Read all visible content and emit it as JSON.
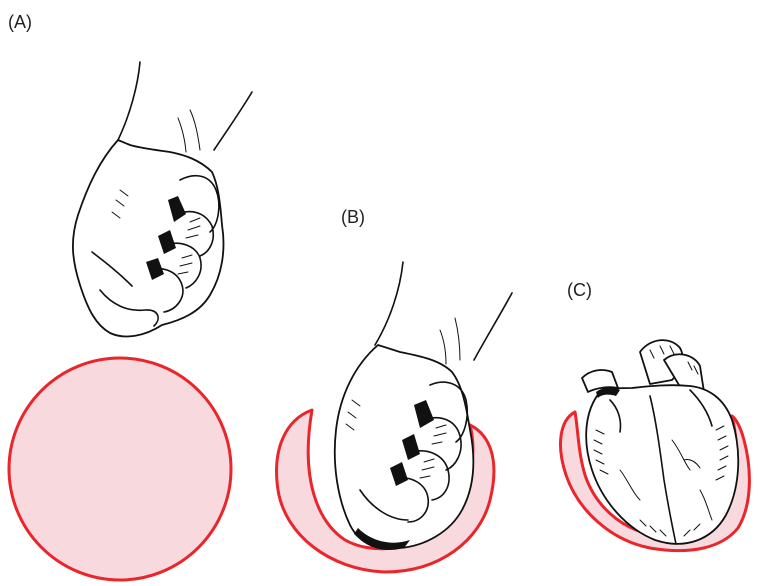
{
  "labels": {
    "a": "(A)",
    "b": "(B)",
    "c": "(C)"
  },
  "colors": {
    "pericardium_fill": "#f8d9de",
    "pericardium_outline": "#e8262b",
    "ink": "#111111"
  },
  "icons": {
    "panel_a_drawing": "fist-icon",
    "panel_b_drawing": "fist-in-balloon-icon",
    "panel_c_drawing": "heart-in-pericardium-icon"
  }
}
